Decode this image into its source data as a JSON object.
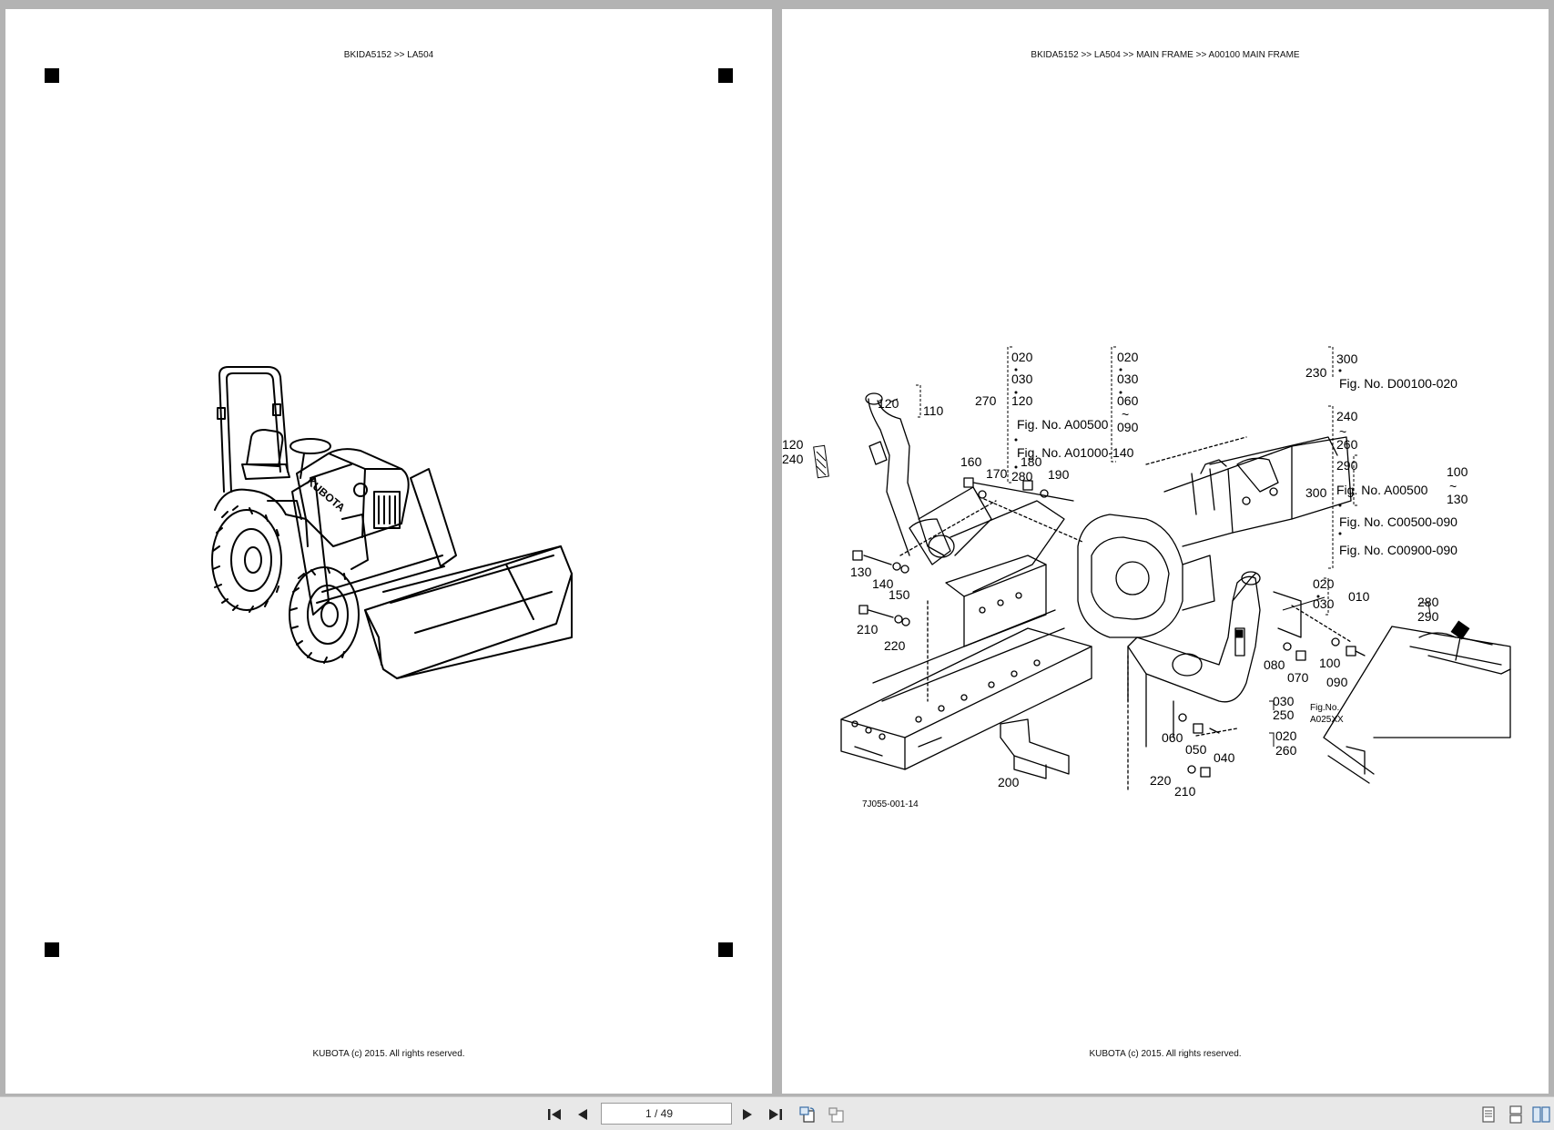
{
  "left_page": {
    "header": "BKIDA5152 >> LA504",
    "footer": "KUBOTA (c) 2015. All rights reserved.",
    "drawing": "tractor-loader-illustration"
  },
  "right_page": {
    "header": "BKIDA5152 >> LA504 >> MAIN FRAME >> A00100   MAIN FRAME",
    "footer": "KUBOTA (c) 2015. All rights reserved.",
    "drawing_code": "7J055-001-14",
    "callouts": {
      "c120a": "120",
      "c110": "110",
      "c270": "270",
      "c120b": "120",
      "c240a": "240",
      "c160": "160",
      "c170": "170",
      "c180": "180",
      "c190": "190",
      "c130a": "130",
      "c140": "140",
      "c150": "150",
      "c210a": "210",
      "c220a": "220",
      "c200": "200",
      "c020a": "020",
      "c030a": "030",
      "c120c": "120",
      "c280a": "280",
      "c020b": "020",
      "c030b": "030",
      "c060a": "060",
      "c090a": "090",
      "c300a": "300",
      "c230": "230",
      "c240b": "240",
      "c260a": "260",
      "c290a": "290",
      "c300b": "300",
      "c100a": "100",
      "c130b": "130",
      "c020c": "020",
      "c030c": "030",
      "c010": "010",
      "c080": "080",
      "c070": "070",
      "c100b": "100",
      "c090b": "090",
      "c030d": "030",
      "c250": "250",
      "c020d": "020",
      "c260b": "260",
      "c060b": "060",
      "c050": "050",
      "c040": "040",
      "c220b": "220",
      "c210b": "210",
      "c280b": "280",
      "c290b": "290"
    },
    "refs": {
      "r1": "Fig. No. A00500",
      "r2": "Fig. No. A01000-140",
      "r3": "Fig. No. D00100-020",
      "r4": "Fig. No. A00500",
      "r5": "Fig. No. C00500-090",
      "r6": "Fig. No. C00900-090",
      "r7a": "Fig.No.",
      "r7b": "A025XX",
      "tilde": "~"
    }
  },
  "toolbar": {
    "page_indicator": "1 / 49",
    "icons": [
      "first-page-icon",
      "previous-page-icon",
      "next-page-icon",
      "last-page-icon",
      "rotate-view-icon",
      "pan-view-icon",
      "single-page-view-icon",
      "continuous-view-icon",
      "facing-pages-view-icon"
    ]
  },
  "colors": {
    "background": "#b3b3b3",
    "page": "#ffffff",
    "toolbar": "#e8e8e8",
    "ink": "#000000"
  }
}
